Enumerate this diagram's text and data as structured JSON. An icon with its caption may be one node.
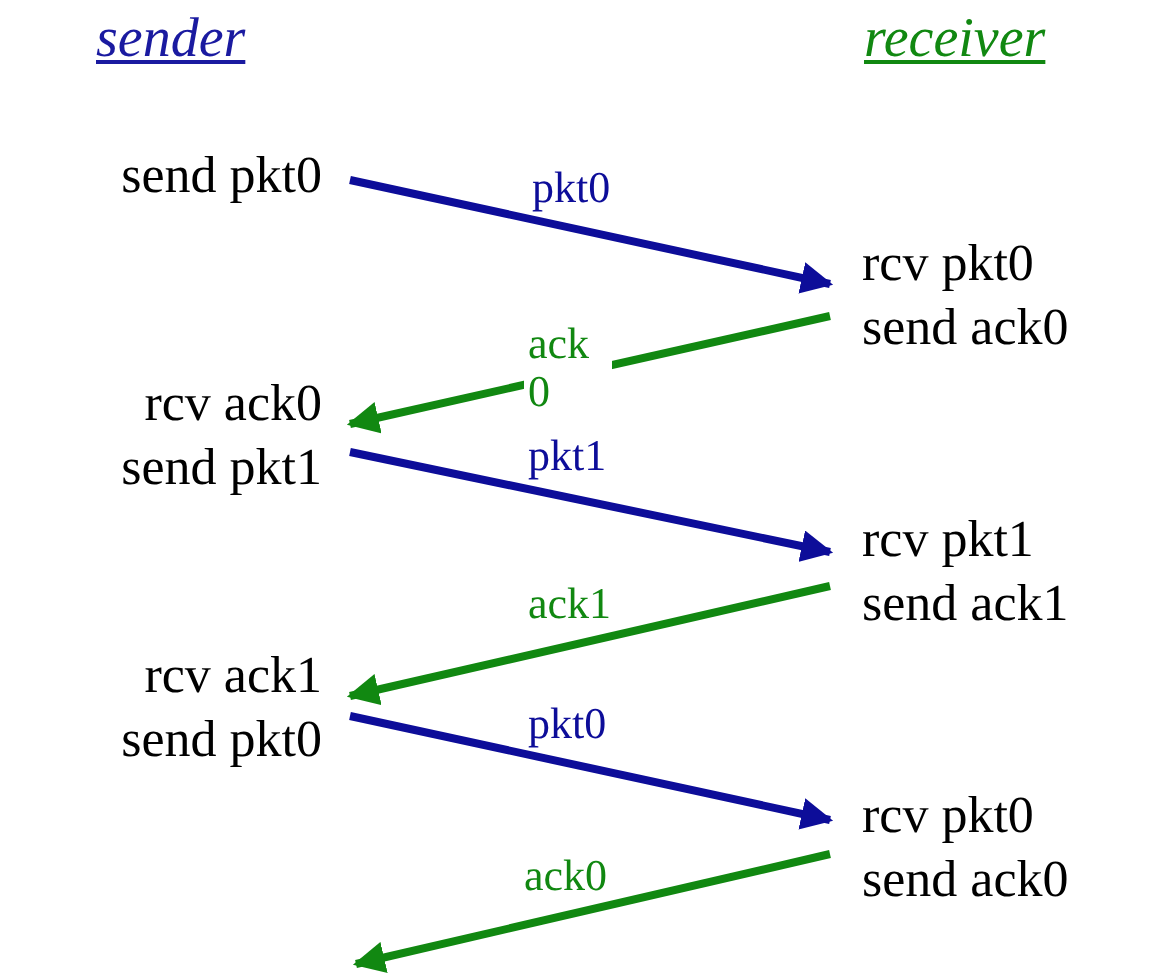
{
  "diagram": {
    "nodes": [
      {
        "text": [
          "send pkt0"
        ]
      },
      {
        "text": [
          "rcv pkt0",
          "send ack0"
        ]
      },
      {
        "text": [
          "rcv ack0",
          "send pkt1"
        ]
      },
      {
        "text": [
          "rcv pkt1",
          "send ack1"
        ]
      },
      {
        "text": [
          "rcv ack1",
          "send pkt0"
        ]
      },
      {
        "text": [
          "rcv pkt0",
          "send ack0"
        ]
      }
    ],
    "edges": [
      {
        "from": 0,
        "to": 1,
        "arrow": "to",
        "label": "pkt0",
        "color": "#0d0d99"
      },
      {
        "from": 1,
        "to": 2,
        "arrow": "to",
        "label": "ack 0",
        "color": "#118811"
      },
      {
        "from": 2,
        "to": 3,
        "arrow": "to",
        "label": "pkt1",
        "color": "#0d0d99"
      },
      {
        "from": 3,
        "to": 4,
        "arrow": "to",
        "label": "ack1",
        "color": "#118811"
      },
      {
        "from": 4,
        "to": 5,
        "arrow": "to",
        "label": "pkt0",
        "color": "#0d0d99"
      },
      {
        "from": 5,
        "to": null,
        "arrow": "to",
        "label": "ack0",
        "color": "#118811"
      }
    ],
    "labels": [
      "sender",
      "receiver"
    ]
  }
}
